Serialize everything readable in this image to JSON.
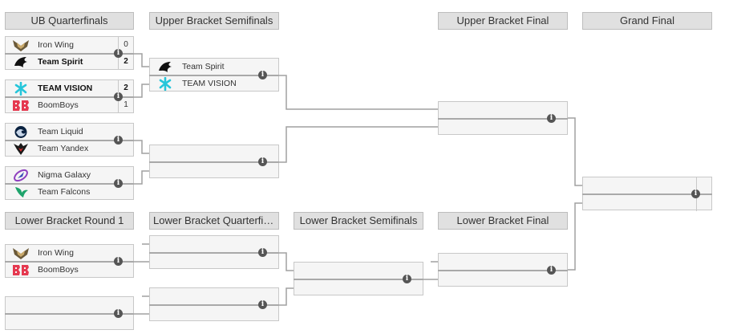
{
  "headers": {
    "ub_quarterfinals": "UB Quarterfinals",
    "ub_semifinals": "Upper Bracket Semifinals",
    "ub_final": "Upper Bracket Final",
    "grand_final": "Grand Final",
    "lb_round1": "Lower Bracket Round 1",
    "lb_quarterfinals": "Lower Bracket Quarterfinals",
    "lb_semifinals": "Lower Bracket Semifinals",
    "lb_final": "Lower Bracket Final"
  },
  "info_glyph": "i",
  "matches": {
    "ubqf1": {
      "team1": "Iron Wing",
      "score1": "0",
      "team2": "Team Spirit",
      "score2": "2",
      "winner": 2
    },
    "ubqf2": {
      "team1": "TEAM VISION",
      "score1": "2",
      "team2": "BoomBoys",
      "score2": "1",
      "winner": 1
    },
    "ubqf3": {
      "team1": "Team Liquid",
      "team2": "Team Yandex"
    },
    "ubqf4": {
      "team1": "Nigma Galaxy",
      "team2": "Team Falcons"
    },
    "ubsf1": {
      "team1": "Team Spirit",
      "team2": "TEAM VISION"
    },
    "ubsf2": {
      "team1": "",
      "team2": ""
    },
    "ubf": {
      "team1": "",
      "team2": ""
    },
    "gf": {
      "team1": "",
      "team2": ""
    },
    "lbr1_1": {
      "team1": "Iron Wing",
      "team2": "BoomBoys"
    },
    "lbr1_2": {
      "team1": "",
      "team2": ""
    },
    "lbqf1": {
      "team1": "",
      "team2": ""
    },
    "lbqf2": {
      "team1": "",
      "team2": ""
    },
    "lbsf": {
      "team1": "",
      "team2": ""
    },
    "lbf": {
      "team1": "",
      "team2": ""
    }
  },
  "logos": {
    "Iron Wing": "iron-wing-logo",
    "Team Spirit": "team-spirit-logo",
    "TEAM VISION": "team-vision-logo",
    "BoomBoys": "boomboys-logo",
    "Team Liquid": "team-liquid-logo",
    "Team Yandex": "team-yandex-logo",
    "Nigma Galaxy": "nigma-galaxy-logo",
    "Team Falcons": "team-falcons-logo"
  },
  "colors": {
    "header_bg": "#e0e0e0",
    "slot_bg": "#f5f5f5",
    "line": "#a0a0a0",
    "info_icon": "#555555"
  }
}
